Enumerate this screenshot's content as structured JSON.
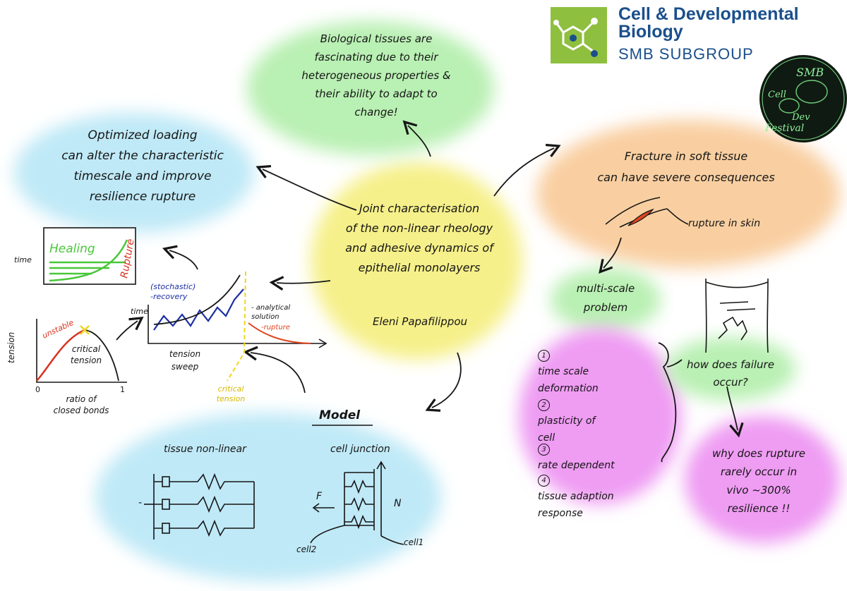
{
  "logo": {
    "title": "Cell & Developmental\nBiology",
    "subtitle": "SMB SUBGROUP",
    "badge_text": [
      "SMB",
      "Cell",
      "Dev",
      "Festival"
    ]
  },
  "center": {
    "title": "Joint characterisation\nof the non-linear rheology\nand adhesive dynamics of\nepithelial monolayers",
    "author": "Eleni Papafilippou"
  },
  "top_note": "Biological tissues are\nfascinating due to their\nheterogeneous properties &\ntheir ability to adapt to\nchange!",
  "optimized_note": "Optimized loading\ncan alter the characteristic\ntimescale and improve\nresilience rupture",
  "fracture_note": "Fracture in soft tissue\ncan have severe consequences",
  "rupture_skin_label": "rupture in skin",
  "multiscale_note": "multi-scale\nproblem",
  "list_items": [
    {
      "num": "1",
      "text": "time scale\ndeformation"
    },
    {
      "num": "2",
      "text": "plasticity of\ncell"
    },
    {
      "num": "3",
      "text": "rate dependent"
    },
    {
      "num": "4",
      "text": "tissue adaption\nresponse"
    }
  ],
  "failure_question": "how does failure\noccur?",
  "why_question": "why does rupture\nrarely occur in\nvivo ~300%\nresilience !!",
  "healing_graph": {
    "ylabel": "time",
    "healing": "Healing",
    "rupture": "Rupture"
  },
  "tension_graph": {
    "ylabel": "tension",
    "unstable": "unstable",
    "critical": "critical\ntension",
    "x0": "0",
    "x1": "1",
    "xlabel": "ratio of\nclosed bonds"
  },
  "sweep_graph": {
    "ylabel": "time",
    "stochastic": "(stochastic)\n-recovery",
    "analytical": "- analytical\nsolution",
    "rupture": "-rupture",
    "xlabel": "tension\nsweep",
    "critical": "critical\ntension"
  },
  "model": {
    "title": "Model",
    "tissue_label": "tissue non-linear",
    "junction_label": "cell junction",
    "force": "F",
    "normal": "N",
    "cell2": "cell2",
    "cell1": "cell1",
    "minus": "-"
  },
  "colors": {
    "yellow": "#f6f08a",
    "green": "#b9f0b3",
    "blue": "#bfe9f7",
    "orange": "#f9cfa1",
    "purple": "#ef9cf3",
    "ink": "#161616",
    "red": "#d9321f",
    "rupture_red": "#e0451f",
    "healing_green": "#49c73a",
    "recovery_blue": "#1c2fa6",
    "critical_yellow": "#efd51d",
    "logo_blue": "#1a4f8b",
    "logo_green": "#8fbf3f"
  }
}
